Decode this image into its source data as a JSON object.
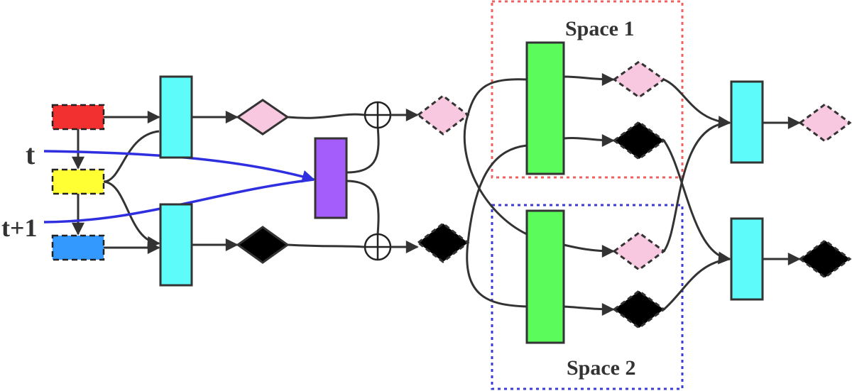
{
  "labels": {
    "space_1": "Space 1",
    "space_2": "Space 2",
    "t": "t",
    "t_plus_1": "t+1"
  },
  "colors": {
    "line": "#333333",
    "time_line": "#2f2fe0",
    "input_red": "#f23030",
    "input_yellow": "#ffff33",
    "input_blue": "#3399ff",
    "encoder_cyan": "#5efbfb",
    "fusion_purple": "#a45cfb",
    "space_green": "#5cfb5c",
    "diamond_pink": "#f8c8e0",
    "diamond_black": "#000000",
    "space1_border": "#f06060",
    "space2_border": "#3a3ad8"
  }
}
